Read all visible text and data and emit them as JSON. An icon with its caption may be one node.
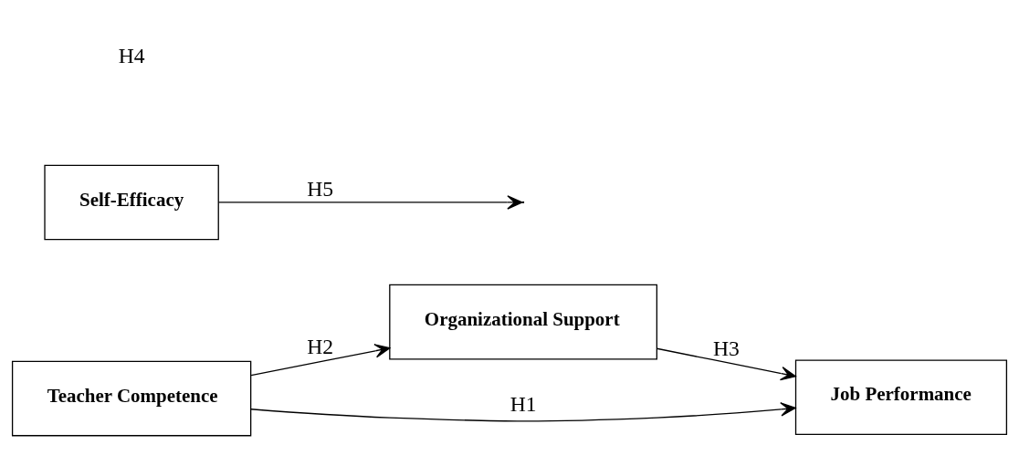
{
  "diagram": {
    "nodes": [
      {
        "text": [
          "Organizational Support"
        ]
      },
      {
        "text": [
          "Teacher Competence"
        ]
      },
      {
        "text": [
          "Job Performance"
        ]
      },
      {
        "text": [
          "Self-Efficacy"
        ]
      }
    ],
    "edges": [
      {
        "from": 1,
        "to": 0,
        "arrow": "to",
        "label": "H2"
      },
      {
        "from": 0,
        "to": 2,
        "arrow": "to",
        "label": "H3"
      },
      {
        "from": 1,
        "to": 2,
        "arrow": "to",
        "label": "H1"
      },
      {
        "from": 3,
        "to": null,
        "arrow": "to",
        "label": "H5"
      }
    ],
    "labels": [
      "H4"
    ]
  }
}
